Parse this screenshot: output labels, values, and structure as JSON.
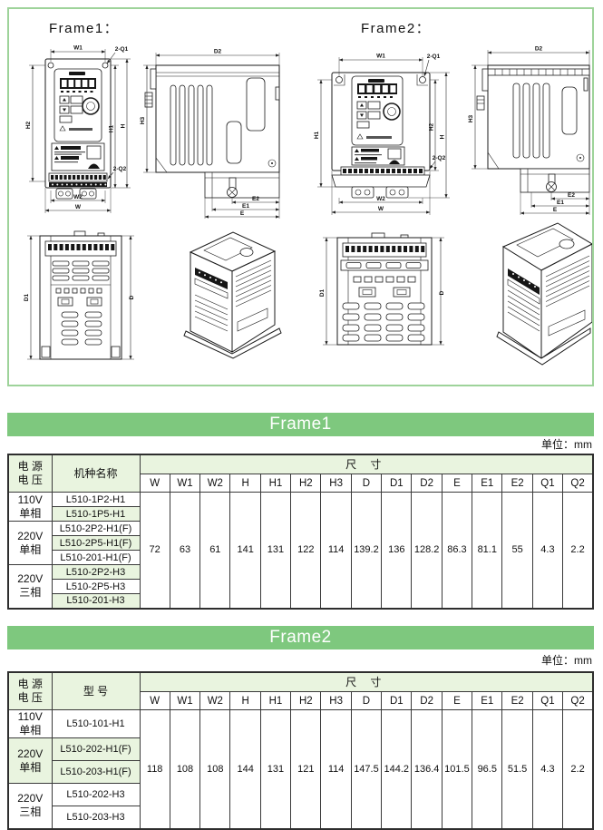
{
  "drawings": {
    "frame1": {
      "title": "Frame1：",
      "front": {
        "w1": "W1",
        "q1": "2-Q1",
        "h2": "H2",
        "h1": "H1",
        "h": "H",
        "w2": "W2",
        "w": "W",
        "q2": "2-Q2"
      },
      "side": {
        "d2": "D2",
        "h3": "H3",
        "e2": "E2",
        "e1": "E1",
        "e": "E"
      },
      "bottom": {
        "d1": "D1",
        "d": "D"
      }
    },
    "frame2": {
      "title": "Frame2：",
      "front": {
        "w1": "W1",
        "q1": "2-Q1",
        "h1": "H1",
        "h2": "H2",
        "h": "H",
        "w2": "W2",
        "w": "W",
        "q2": "2-Q2"
      },
      "side": {
        "d2": "D2",
        "h3": "H3",
        "e2": "E2",
        "e1": "E1",
        "e": "E"
      },
      "bottom": {
        "d1": "D1",
        "d": "D"
      }
    }
  },
  "frame1_table": {
    "banner": "Frame1",
    "unit": "单位：mm",
    "header": {
      "voltage_l1": "电 源",
      "voltage_l2": "电 压",
      "model": "机种名称",
      "dims": "尺  寸"
    },
    "columns": [
      "W",
      "W1",
      "W2",
      "H",
      "H1",
      "H2",
      "H3",
      "D",
      "D1",
      "D2",
      "E",
      "E1",
      "E2",
      "Q1",
      "Q2"
    ],
    "groups": [
      {
        "v1": "110V",
        "v2": "单相",
        "models": [
          "L510-1P2-H1",
          "L510-1P5-H1"
        ]
      },
      {
        "v1": "220V",
        "v2": "单相",
        "models": [
          "L510-2P2-H1(F)",
          "L510-2P5-H1(F)",
          "L510-201-H1(F)"
        ]
      },
      {
        "v1": "220V",
        "v2": "三相",
        "models": [
          "L510-2P2-H3",
          "L510-2P5-H3",
          "L510-201-H3"
        ]
      }
    ],
    "values": [
      "72",
      "63",
      "61",
      "141",
      "131",
      "122",
      "114",
      "139.2",
      "136",
      "128.2",
      "86.3",
      "81.1",
      "55",
      "4.3",
      "2.2"
    ]
  },
  "frame2_table": {
    "banner": "Frame2",
    "unit": "单位：mm",
    "header": {
      "voltage_l1": "电 源",
      "voltage_l2": "电 压",
      "model": "型  号",
      "dims": "尺  寸"
    },
    "columns": [
      "W",
      "W1",
      "W2",
      "H",
      "H1",
      "H2",
      "H3",
      "D",
      "D1",
      "D2",
      "E",
      "E1",
      "E2",
      "Q1",
      "Q2"
    ],
    "groups": [
      {
        "v1": "110V",
        "v2": "单相",
        "models": [
          "L510-101-H1"
        ]
      },
      {
        "v1": "220V",
        "v2": "单相",
        "models": [
          "L510-202-H1(F)",
          "L510-203-H1(F)"
        ]
      },
      {
        "v1": "220V",
        "v2": "三相",
        "models": [
          "L510-202-H3",
          "L510-203-H3"
        ]
      }
    ],
    "values": [
      "118",
      "108",
      "108",
      "144",
      "131",
      "121",
      "114",
      "147.5",
      "144.2",
      "136.4",
      "101.5",
      "96.5",
      "51.5",
      "4.3",
      "2.2"
    ]
  },
  "colors": {
    "banner_green": "#7ec87e",
    "cell_green": "#e9f4df",
    "border_green": "#9ed39a"
  }
}
